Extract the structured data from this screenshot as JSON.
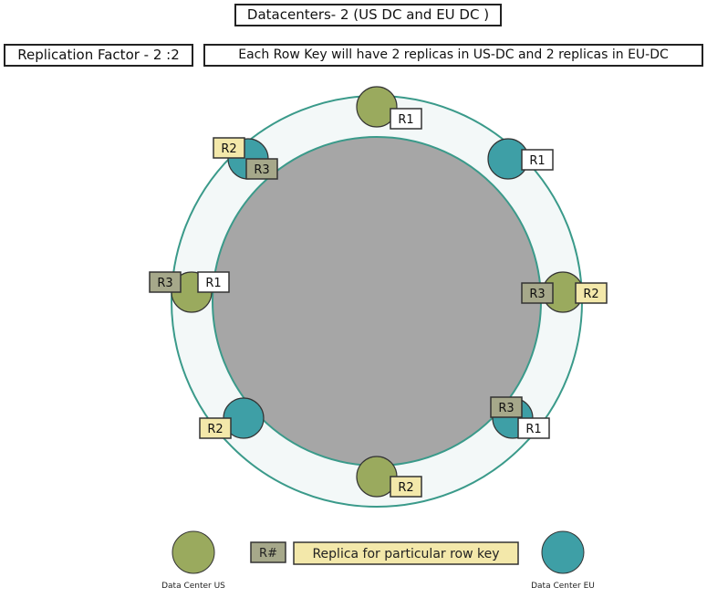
{
  "header": {
    "title": "Datacenters- 2 (US DC and EU DC )",
    "replication_factor": "Replication Factor - 2 :2",
    "replica_note": "Each Row Key will have 2 replicas in US-DC and 2 replicas in EU-DC"
  },
  "colors": {
    "us_dc": "#9aaa5e",
    "eu_dc": "#3e9fa6",
    "inner_disc": "#a6a6a6",
    "ring": "#f3f8f8",
    "ring_stroke": "#3a9a8a",
    "tag_white": "#ffffff",
    "tag_yellow": "#f3e8aa",
    "tag_olive": "#a6a88a"
  },
  "nodes": [
    {
      "dc": "us",
      "tags": [
        {
          "text": "R1",
          "style": "white"
        }
      ]
    },
    {
      "dc": "eu",
      "tags": [
        {
          "text": "R1",
          "style": "white"
        }
      ]
    },
    {
      "dc": "us",
      "tags": [
        {
          "text": "R3",
          "style": "olive"
        },
        {
          "text": "R2",
          "style": "yellow"
        }
      ]
    },
    {
      "dc": "eu",
      "tags": [
        {
          "text": "R3",
          "style": "olive"
        },
        {
          "text": "R1",
          "style": "white"
        }
      ]
    },
    {
      "dc": "us",
      "tags": [
        {
          "text": "R2",
          "style": "yellow"
        }
      ]
    },
    {
      "dc": "eu",
      "tags": [
        {
          "text": "R2",
          "style": "yellow"
        }
      ]
    },
    {
      "dc": "us",
      "tags": [
        {
          "text": "R3",
          "style": "olive"
        },
        {
          "text": "R1",
          "style": "white"
        }
      ]
    },
    {
      "dc": "eu",
      "tags": [
        {
          "text": "R2",
          "style": "yellow"
        },
        {
          "text": "R3",
          "style": "olive"
        }
      ]
    }
  ],
  "legend": {
    "us_label": "Data Center US",
    "eu_label": "Data Center EU",
    "replica_tag": "R#",
    "replica_desc": "Replica for particular row key"
  }
}
